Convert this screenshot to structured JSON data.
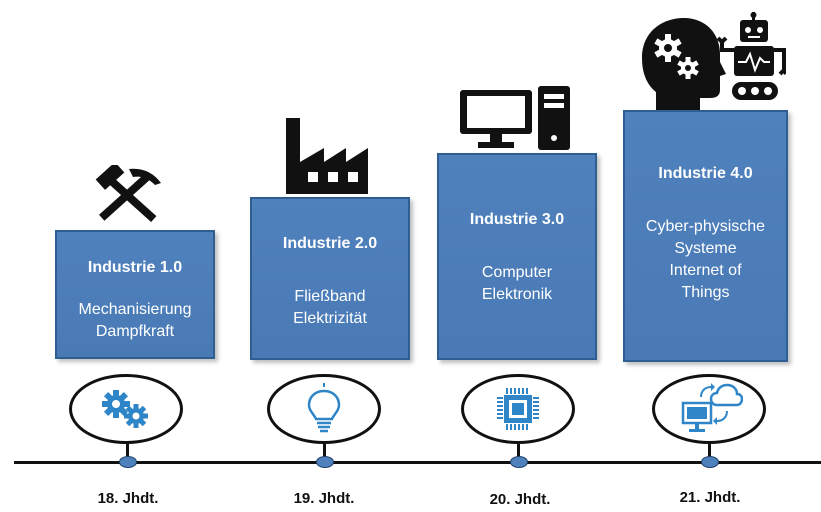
{
  "stages": [
    {
      "title": "Industrie 1.0",
      "desc": [
        "Mechanisierung",
        "Dampfkraft"
      ],
      "top_icon": "hammer-pick-icon",
      "circle_icon": "gears-icon",
      "century": "18. Jhdt."
    },
    {
      "title": "Industrie 2.0",
      "desc": [
        "Fließband",
        "Elektrizität"
      ],
      "top_icon": "factory-icon",
      "circle_icon": "lightbulb-icon",
      "century": "19. Jhdt."
    },
    {
      "title": "Industrie 3.0",
      "desc": [
        "Computer",
        "Elektronik"
      ],
      "top_icon": "desktop-computer-icon",
      "circle_icon": "microchip-icon",
      "century": "20. Jhdt."
    },
    {
      "title": "Industrie 4.0",
      "desc": [
        "Cyber-physische",
        "Systeme",
        "Internet of",
        "Things"
      ],
      "top_icon": "ai-head-robot-icon",
      "circle_icon": "cloud-sync-icon",
      "century": "21. Jhdt."
    }
  ],
  "colors": {
    "box": "#4f81bd",
    "box_border": "#2f5f92",
    "icon_blue": "#2e86c8",
    "timeline": "#111111"
  }
}
